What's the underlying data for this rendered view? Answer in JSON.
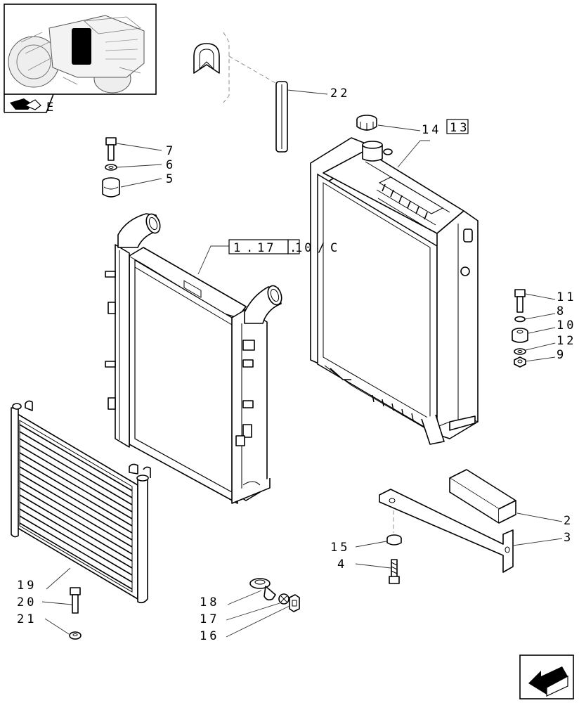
{
  "thumbnail": {
    "corner_letter": "E"
  },
  "callouts": {
    "c2": "2",
    "c3": "3",
    "c4": "4",
    "c5": "5",
    "c6": "6",
    "c7": "7",
    "c8": "8",
    "c9": "9",
    "c10": "10",
    "c11": "11",
    "c12": "12",
    "c15": "15",
    "c16": "16",
    "c17": "17",
    "c18": "18",
    "c19": "19",
    "c20": "20",
    "c21": "21",
    "c22": "22"
  },
  "references": {
    "boxed_14": "14",
    "boxed_13": "13",
    "ref_1_17_10_c": [
      "1",
      "17",
      "10",
      "C"
    ]
  },
  "icons": {
    "thumb_marker": "book-arrow-icon",
    "nav_corner": "back-arrow-icon"
  }
}
